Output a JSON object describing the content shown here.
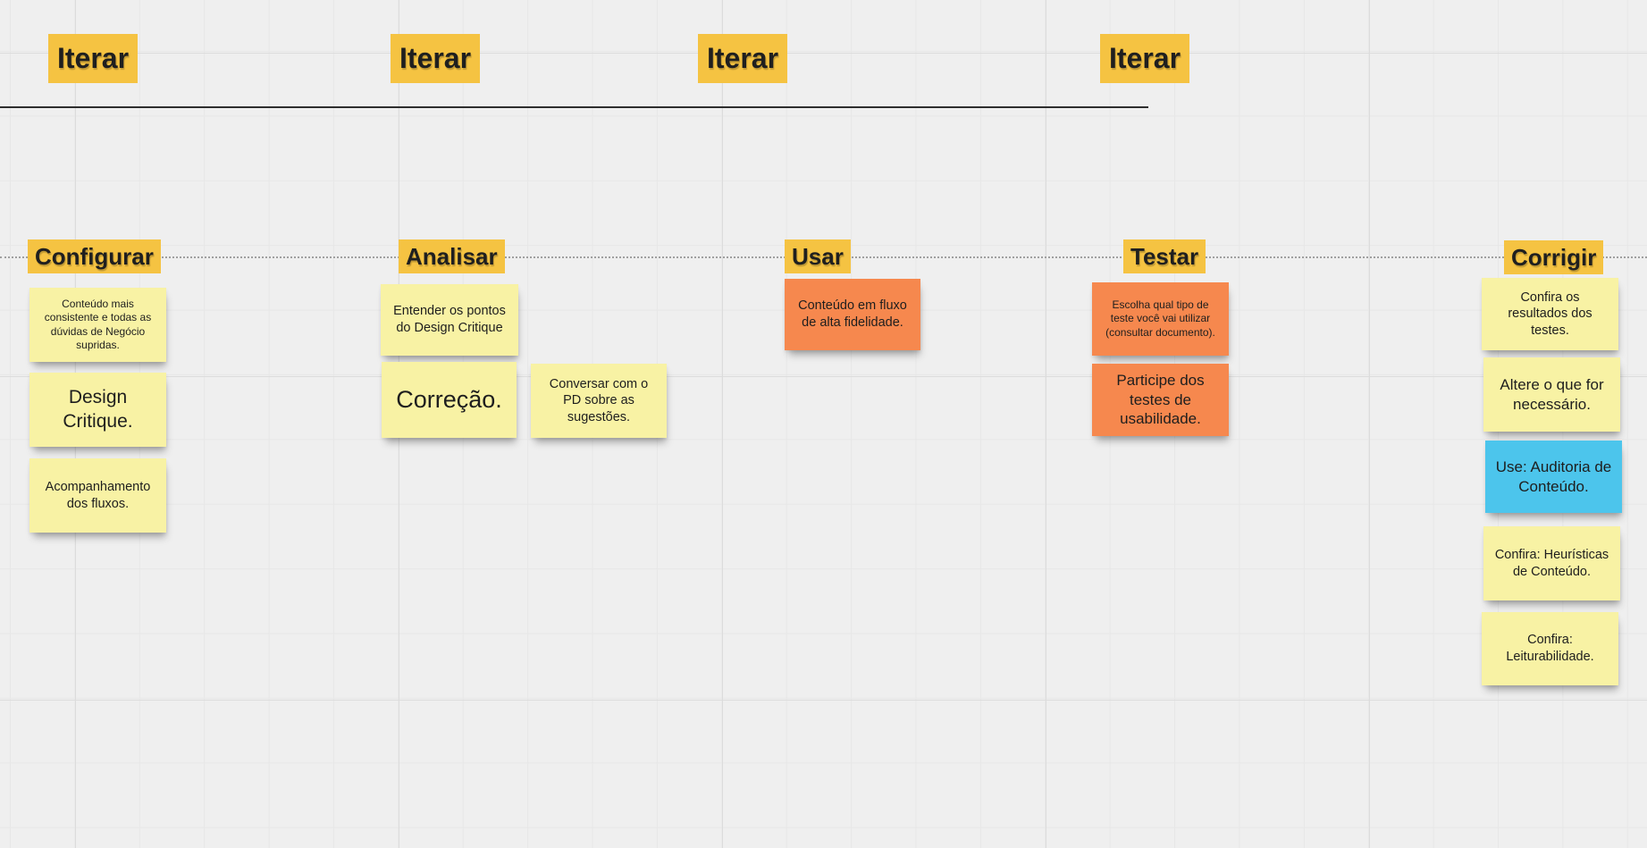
{
  "board": {
    "type": "whiteboard-canvas",
    "background": "#efefef",
    "grid_minor_color": "#e7e7e7",
    "grid_major_color": "#dcdcdc"
  },
  "colors": {
    "highlight_yellow": "#f5c342",
    "sticky_yellow": "#f8f2a4",
    "sticky_orange": "#f6884e",
    "sticky_blue": "#4cc5ec",
    "text_dark": "#1e1e1e",
    "solid_line": "#2e2e2e",
    "dotted_line": "#a0a0a0"
  },
  "iterate_headers": [
    {
      "label": "Iterar"
    },
    {
      "label": "Iterar"
    },
    {
      "label": "Iterar"
    },
    {
      "label": "Iterar"
    }
  ],
  "columns": [
    {
      "title": "Configurar",
      "notes": [
        {
          "text": "Conteúdo mais consistente e todas as dúvidas de Negócio supridas.",
          "color": "yellow"
        },
        {
          "text": "Design Critique.",
          "color": "yellow"
        },
        {
          "text": "Acompanhamento dos fluxos.",
          "color": "yellow"
        }
      ]
    },
    {
      "title": "Analisar",
      "notes": [
        {
          "text": "Entender os pontos do Design Critique",
          "color": "yellow"
        },
        {
          "text": "Correção.",
          "color": "yellow"
        },
        {
          "text": "Conversar com o PD sobre as sugestões.",
          "color": "yellow"
        }
      ]
    },
    {
      "title": "Usar",
      "notes": [
        {
          "text": "Conteúdo em fluxo de alta fidelidade.",
          "color": "orange"
        }
      ]
    },
    {
      "title": "Testar",
      "notes": [
        {
          "text": "Escolha qual tipo de teste você vai utilizar (consultar documento).",
          "color": "orange"
        },
        {
          "text": "Participe dos testes de usabilidade.",
          "color": "orange"
        }
      ]
    },
    {
      "title": "Corrigir",
      "notes": [
        {
          "text": "Confira os resultados dos testes.",
          "color": "yellow"
        },
        {
          "text": "Altere o que for necessário.",
          "color": "yellow"
        },
        {
          "text": "Use: Auditoria de Conteúdo.",
          "color": "blue"
        },
        {
          "text": "Confira: Heurísticas de Conteúdo.",
          "color": "yellow"
        },
        {
          "text": "Confira: Leiturabilidade.",
          "color": "yellow"
        }
      ]
    }
  ]
}
